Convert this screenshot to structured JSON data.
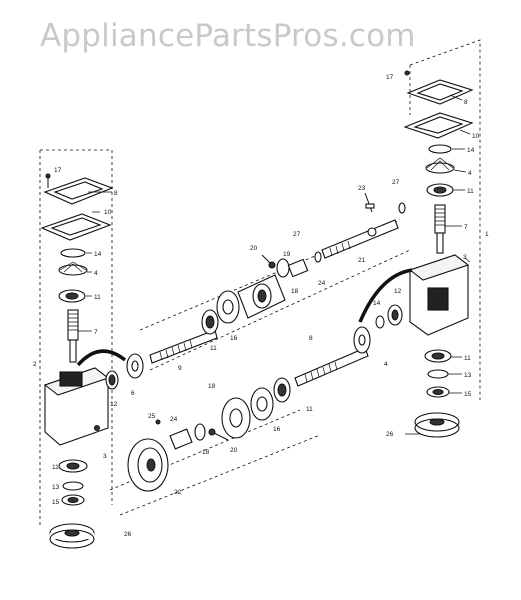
{
  "watermark": "AppliancePartsPros.com",
  "callouts": [
    {
      "id": "c17a",
      "text": "17"
    },
    {
      "id": "c8a",
      "text": "8"
    },
    {
      "id": "c10a",
      "text": "10"
    },
    {
      "id": "c14a",
      "text": "14"
    },
    {
      "id": "c4a",
      "text": "4"
    },
    {
      "id": "c11a",
      "text": "11"
    },
    {
      "id": "c7a",
      "text": "7"
    },
    {
      "id": "c2",
      "text": "2"
    },
    {
      "id": "c12a",
      "text": "12"
    },
    {
      "id": "c6a",
      "text": "6"
    },
    {
      "id": "c3a",
      "text": "3"
    },
    {
      "id": "c11b",
      "text": "11"
    },
    {
      "id": "c13a",
      "text": "13"
    },
    {
      "id": "c15a",
      "text": "15"
    },
    {
      "id": "c26a",
      "text": "26"
    },
    {
      "id": "c17b",
      "text": "17"
    },
    {
      "id": "c8b",
      "text": "8"
    },
    {
      "id": "c10b",
      "text": "10"
    },
    {
      "id": "c14b",
      "text": "14"
    },
    {
      "id": "c4b",
      "text": "4"
    },
    {
      "id": "c11c",
      "text": "11"
    },
    {
      "id": "c7b",
      "text": "7"
    },
    {
      "id": "c1",
      "text": "1"
    },
    {
      "id": "c3b",
      "text": "3"
    },
    {
      "id": "c14c",
      "text": "14"
    },
    {
      "id": "c12b",
      "text": "12"
    },
    {
      "id": "c11d",
      "text": "11"
    },
    {
      "id": "c13b",
      "text": "13"
    },
    {
      "id": "c15b",
      "text": "15"
    },
    {
      "id": "c26b",
      "text": "26"
    },
    {
      "id": "c23",
      "text": "23"
    },
    {
      "id": "c27a",
      "text": "27"
    },
    {
      "id": "c27b",
      "text": "27"
    },
    {
      "id": "c21",
      "text": "21"
    },
    {
      "id": "c20a",
      "text": "20"
    },
    {
      "id": "c19",
      "text": "19"
    },
    {
      "id": "c24a",
      "text": "24"
    },
    {
      "id": "c18a",
      "text": "18"
    },
    {
      "id": "c9",
      "text": "9"
    },
    {
      "id": "c11e",
      "text": "11"
    },
    {
      "id": "c16a",
      "text": "16"
    },
    {
      "id": "c8c",
      "text": "8"
    },
    {
      "id": "c4c",
      "text": "4"
    },
    {
      "id": "c11f",
      "text": "11"
    },
    {
      "id": "c16b",
      "text": "16"
    },
    {
      "id": "c18b",
      "text": "18"
    },
    {
      "id": "c25",
      "text": "25"
    },
    {
      "id": "c24b",
      "text": "24"
    },
    {
      "id": "c18c",
      "text": "18"
    },
    {
      "id": "c20b",
      "text": "20"
    },
    {
      "id": "c22",
      "text": "22"
    }
  ]
}
